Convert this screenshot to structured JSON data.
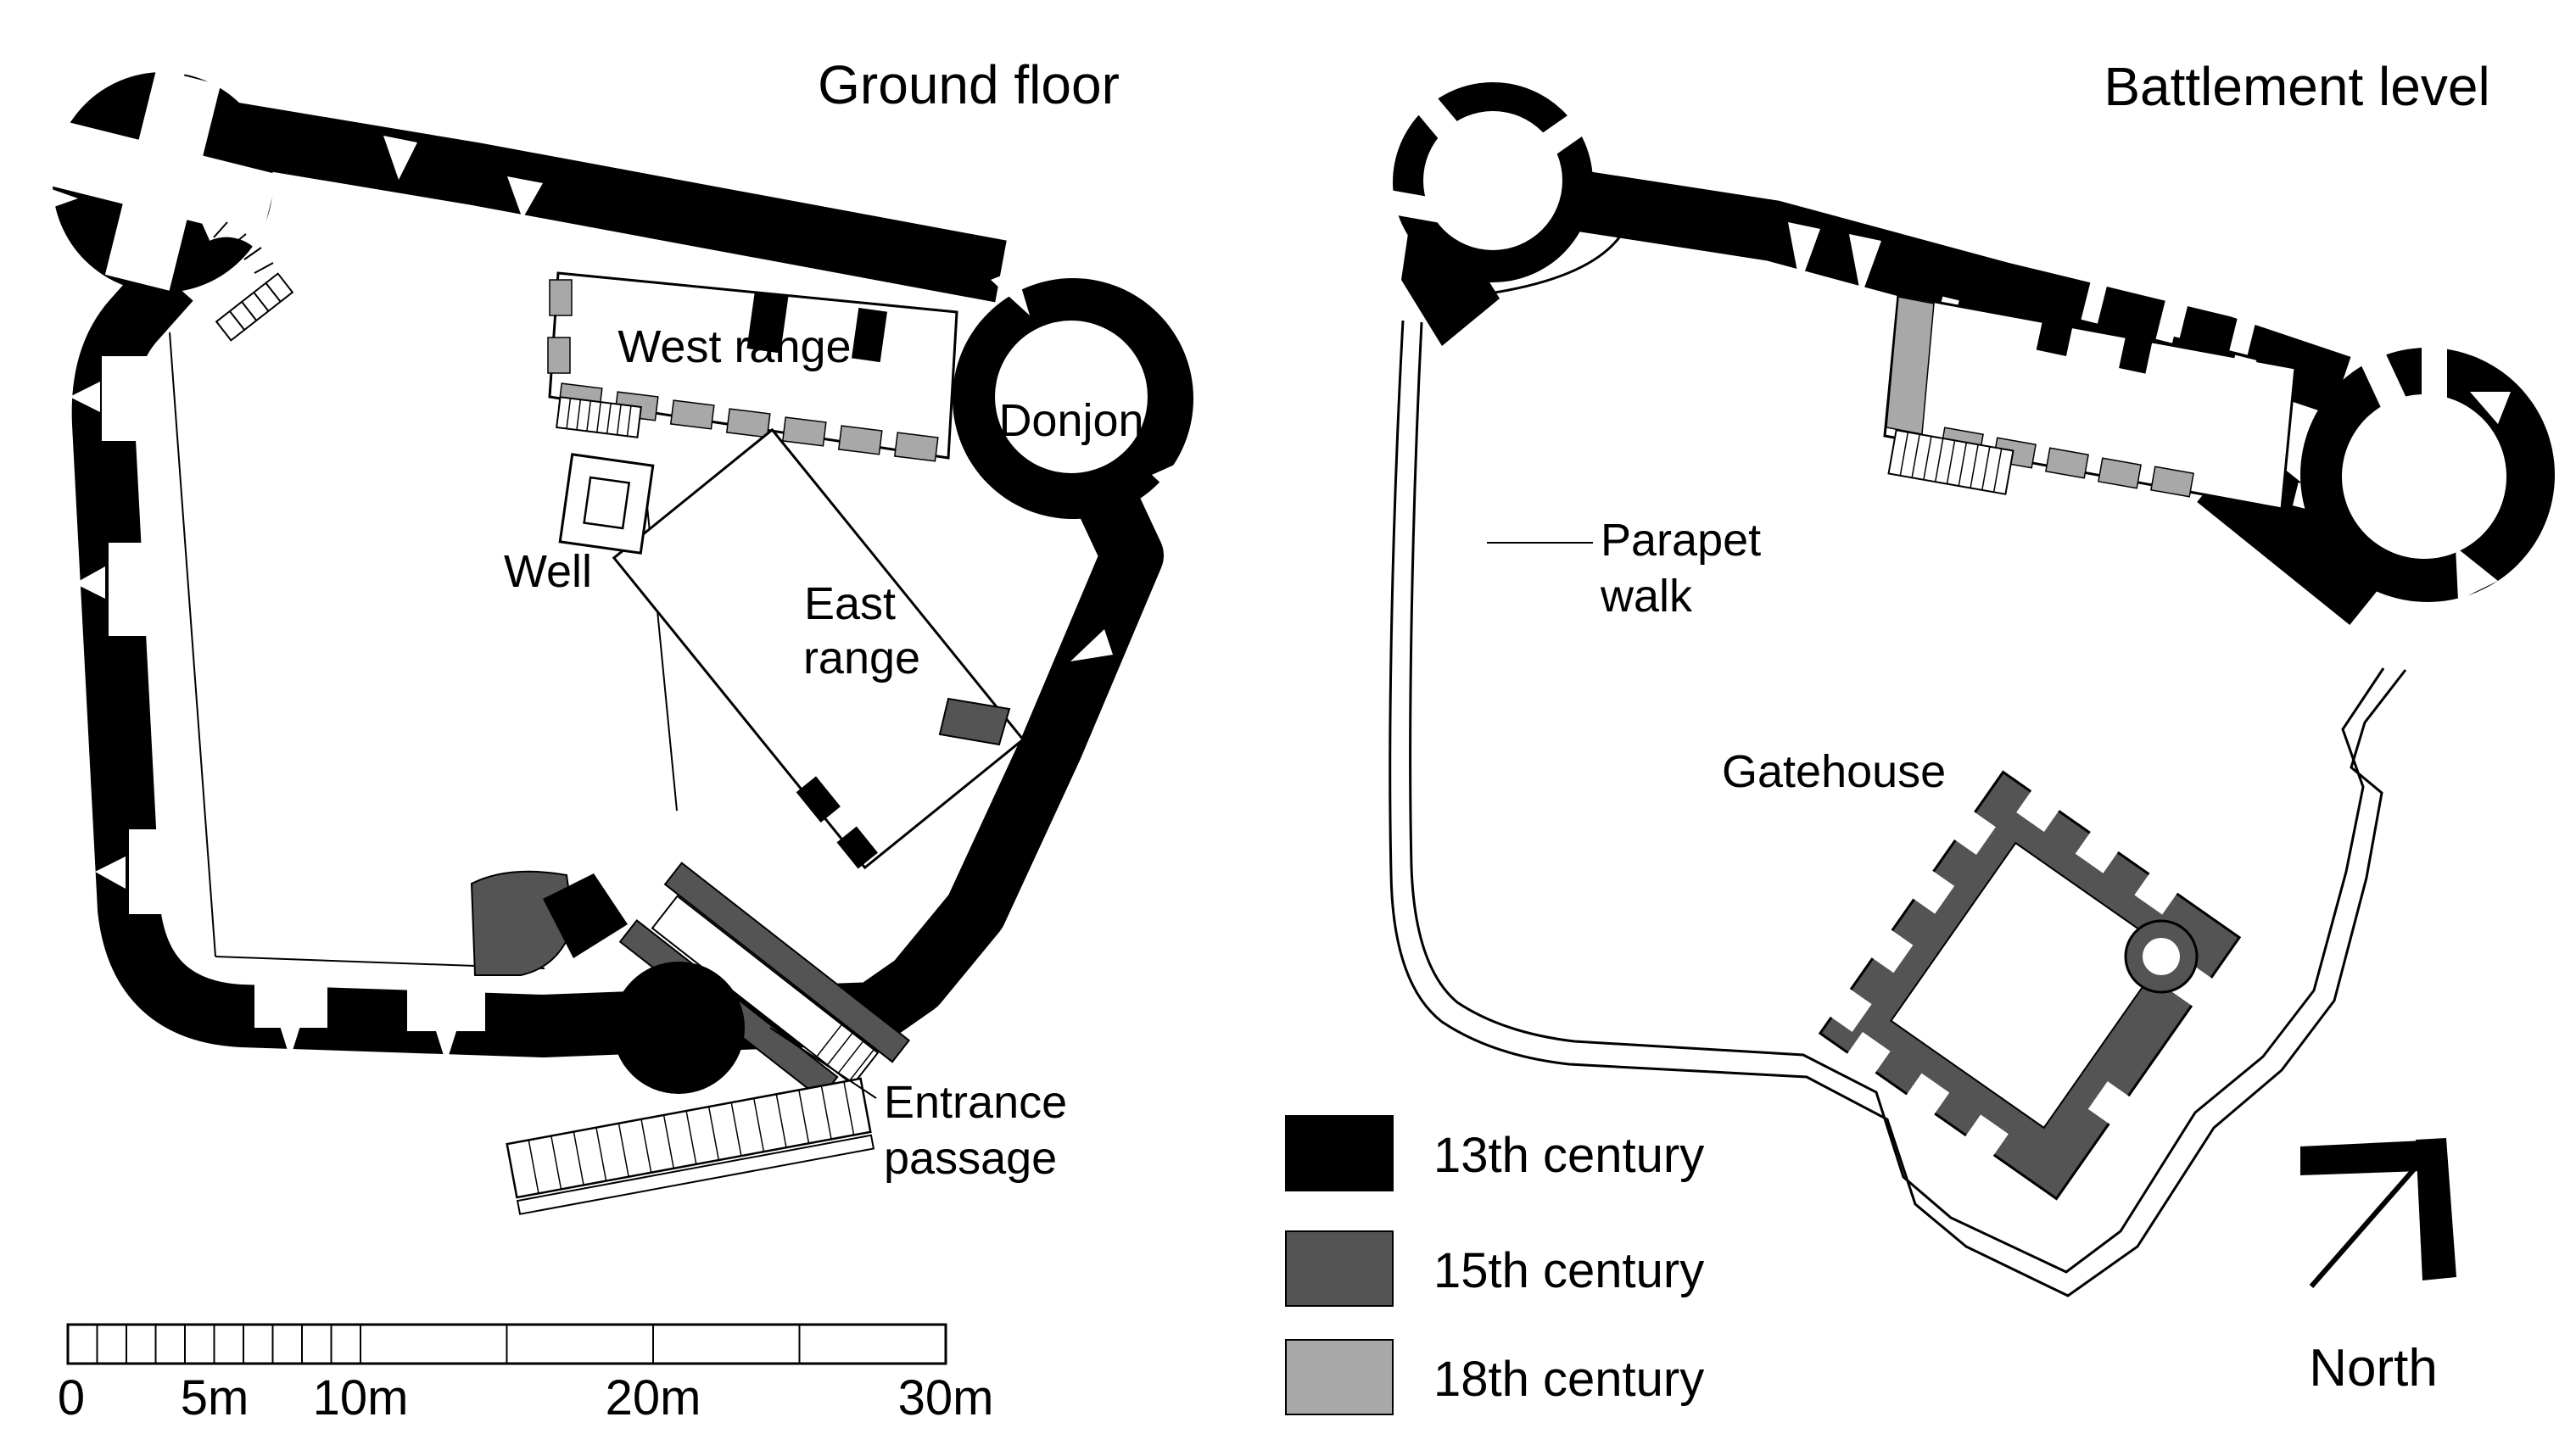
{
  "ground": {
    "title": "Ground floor",
    "labels": {
      "west_range": "West range",
      "donjon": "Donjon",
      "well": "Well",
      "east_line1": "East",
      "east_line2": "range",
      "entrance_line1": "Entrance",
      "entrance_line2": "passage"
    }
  },
  "battlement": {
    "title": "Battlement level",
    "labels": {
      "parapet_line1": "Parapet",
      "parapet_line2": "walk",
      "gatehouse": "Gatehouse"
    }
  },
  "legend": {
    "items": [
      {
        "label": "13th century",
        "color": "#000000"
      },
      {
        "label": "15th century",
        "color": "#545454"
      },
      {
        "label": "18th century",
        "color": "#a8a8a8"
      }
    ]
  },
  "scale_bar": {
    "labels": [
      "0",
      "5m",
      "10m",
      "20m",
      "30m"
    ]
  },
  "compass": {
    "label": "North"
  }
}
